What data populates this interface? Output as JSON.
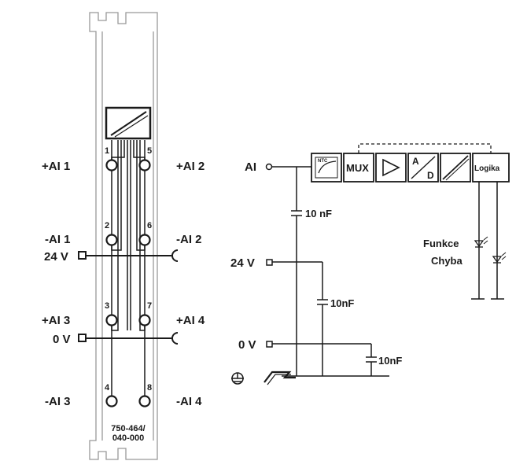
{
  "terminal_labels": {
    "ai1_plus": "+AI 1",
    "ai2_plus": "+AI 2",
    "ai1_minus": "-AI 1",
    "ai2_minus": "-AI 2",
    "supply_24v": "24 V",
    "ai3_plus": "+AI 3",
    "ai4_plus": "+AI 4",
    "supply_0v": "0 V",
    "ai3_minus": "-AI 3",
    "ai4_minus": "-AI 4"
  },
  "terminal_numbers": [
    "1",
    "5",
    "2",
    "6",
    "3",
    "7",
    "4",
    "8"
  ],
  "module_part_number": [
    "750-464/",
    "040-000"
  ],
  "schematic": {
    "input_label": "AI",
    "supply_24v": "24 V",
    "supply_0v": "0 V",
    "cap1": "10 nF",
    "cap2": "10nF",
    "cap3": "10nF",
    "ntc": "NTC",
    "mux": "MUX",
    "adc_a": "A",
    "adc_d": "D",
    "logic": "Logika",
    "led_function": "Funkce",
    "led_error": "Chyba"
  }
}
